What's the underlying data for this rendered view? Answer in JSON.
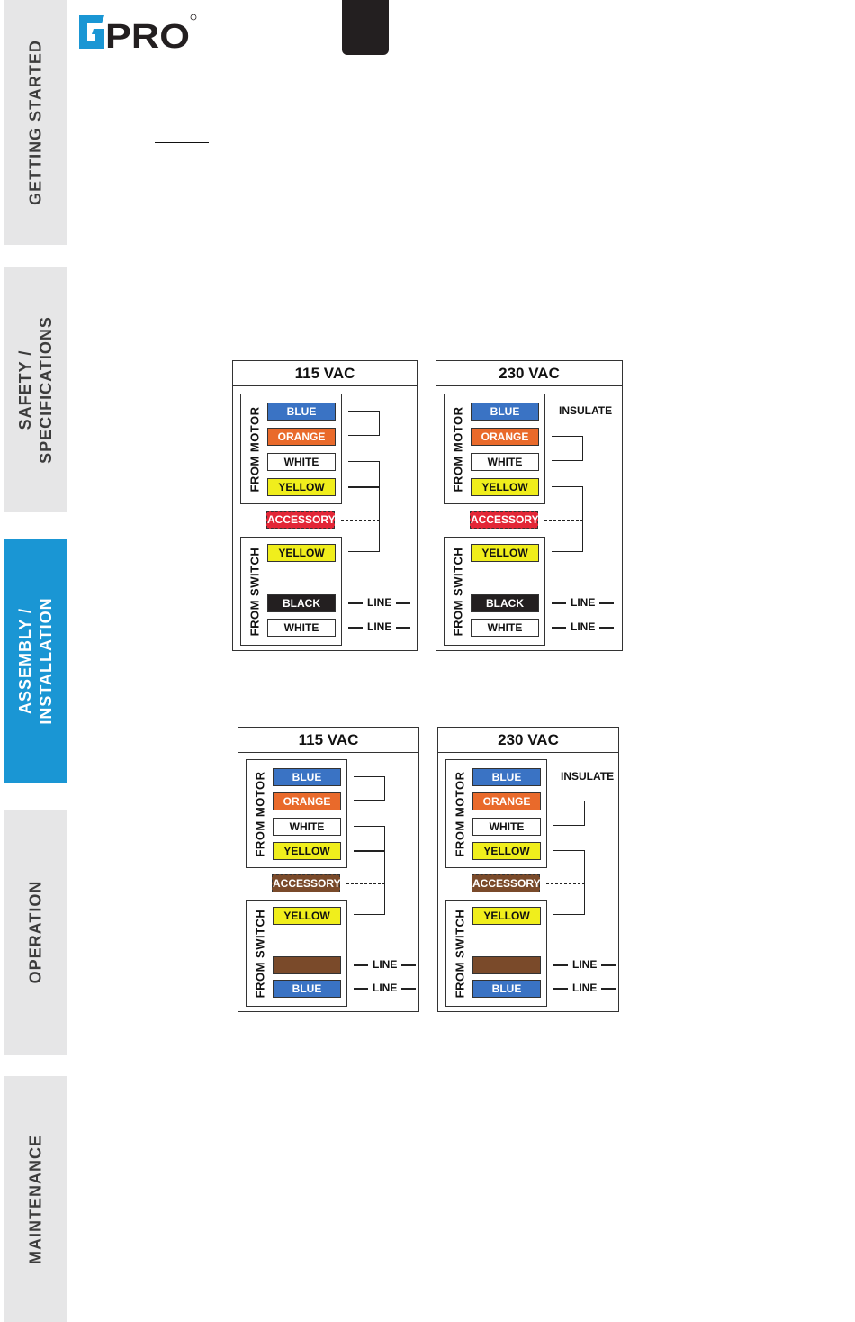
{
  "brand": {
    "logo_text": "GPRO"
  },
  "side_tabs": [
    {
      "label": "GETTING STARTED",
      "active": false
    },
    {
      "label": "SAFETY /\nSPECIFICATIONS",
      "active": false
    },
    {
      "label": "ASSEMBLY /\nINSTALLATION",
      "active": true
    },
    {
      "label": "OPERATION",
      "active": false
    },
    {
      "label": "MAINTENANCE",
      "active": false
    }
  ],
  "labels": {
    "from_motor": "FROM MOTOR",
    "from_switch": "FROM SWITCH",
    "insulate": "INSULATE",
    "line": "LINE",
    "accessory": "ACCESSORY"
  },
  "colors": {
    "blue": "#3a73c4",
    "orange": "#e96a2b",
    "white": "#ffffff",
    "yellow": "#f0ee1c",
    "black": "#231f20",
    "brown": "#7a4a2a",
    "accessory_red": "#e32636",
    "tab_active": "#1a96d4",
    "tab_inactive": "#e6e6e7"
  },
  "diagrams": [
    {
      "title": "115 VAC",
      "variant": "115",
      "accessory_color": "accessory_red",
      "motor_wires": [
        {
          "label": "BLUE",
          "color": "blue"
        },
        {
          "label": "ORANGE",
          "color": "orange"
        },
        {
          "label": "WHITE",
          "color": "white"
        },
        {
          "label": "YELLOW",
          "color": "yellow"
        }
      ],
      "switch_wires": [
        {
          "label": "YELLOW",
          "color": "yellow"
        },
        {
          "label": "BLACK",
          "color": "black"
        },
        {
          "label": "WHITE",
          "color": "white"
        }
      ]
    },
    {
      "title": "230 VAC",
      "variant": "230",
      "accessory_color": "accessory_red",
      "motor_wires": [
        {
          "label": "BLUE",
          "color": "blue"
        },
        {
          "label": "ORANGE",
          "color": "orange"
        },
        {
          "label": "WHITE",
          "color": "white"
        },
        {
          "label": "YELLOW",
          "color": "yellow"
        }
      ],
      "switch_wires": [
        {
          "label": "YELLOW",
          "color": "yellow"
        },
        {
          "label": "BLACK",
          "color": "black"
        },
        {
          "label": "WHITE",
          "color": "white"
        }
      ]
    },
    {
      "title": "115 VAC",
      "variant": "115",
      "accessory_color": "brown",
      "motor_wires": [
        {
          "label": "BLUE",
          "color": "blue"
        },
        {
          "label": "ORANGE",
          "color": "orange"
        },
        {
          "label": "WHITE",
          "color": "white"
        },
        {
          "label": "YELLOW",
          "color": "yellow"
        }
      ],
      "switch_wires": [
        {
          "label": "YELLOW",
          "color": "yellow"
        },
        {
          "label": "",
          "color": "brown"
        },
        {
          "label": "BLUE",
          "color": "blue"
        }
      ]
    },
    {
      "title": "230 VAC",
      "variant": "230",
      "accessory_color": "brown",
      "motor_wires": [
        {
          "label": "BLUE",
          "color": "blue"
        },
        {
          "label": "ORANGE",
          "color": "orange"
        },
        {
          "label": "WHITE",
          "color": "white"
        },
        {
          "label": "YELLOW",
          "color": "yellow"
        }
      ],
      "switch_wires": [
        {
          "label": "YELLOW",
          "color": "yellow"
        },
        {
          "label": "",
          "color": "brown"
        },
        {
          "label": "BLUE",
          "color": "blue"
        }
      ]
    }
  ]
}
